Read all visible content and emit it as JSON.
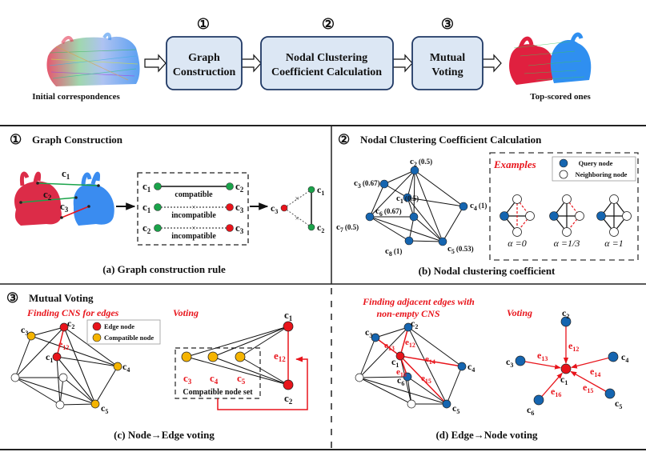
{
  "pipeline": {
    "input_caption": "Initial correspondences",
    "output_caption": "Top-scored ones",
    "steps": [
      {
        "number": "①",
        "label_line1": "Graph",
        "label_line2": "Construction"
      },
      {
        "number": "②",
        "label_line1": "Nodal Clustering",
        "label_line2": "Coefficient Calculation"
      },
      {
        "number": "③",
        "label_line1": "Mutual",
        "label_line2": "Voting"
      }
    ],
    "colors": {
      "box_fill": "#dce7f4",
      "box_border": "#1f3864"
    }
  },
  "panel_a": {
    "header_number": "①",
    "header_title": "Graph Construction",
    "caption": "(a) Graph construction rule",
    "bunny_labels": [
      "c1",
      "c2",
      "c3"
    ],
    "rules": [
      {
        "left": "c1",
        "right": "c2",
        "relation": "compatible",
        "right_color": "green"
      },
      {
        "left": "c1",
        "right": "c3",
        "relation": "incompatible",
        "right_color": "red"
      },
      {
        "left": "c2",
        "right": "c3",
        "relation": "incompatible",
        "right_color": "red"
      }
    ],
    "result_nodes": [
      "c1",
      "c2",
      "c3"
    ],
    "colors": {
      "green_node": "#1aa34a",
      "red_node": "#e8141b"
    }
  },
  "panel_b": {
    "header_number": "②",
    "header_title": "Nodal Clustering Coefficient Calculation",
    "caption": "(b) Nodal clustering coefficient",
    "nodes": [
      {
        "id": "c1",
        "coef": "(0.5)"
      },
      {
        "id": "c2",
        "coef": "(0.5)"
      },
      {
        "id": "c3",
        "coef": "(0.67)"
      },
      {
        "id": "c4",
        "coef": "(1)"
      },
      {
        "id": "c5",
        "coef": "(0.53)"
      },
      {
        "id": "c6",
        "coef": "(0.67)"
      },
      {
        "id": "c7",
        "coef": "(0.5)"
      },
      {
        "id": "c8",
        "coef": "(1)"
      }
    ],
    "examples_title": "Examples",
    "legend": {
      "query": "Query node",
      "neighbor": "Neighboring node"
    },
    "example_values": [
      "α =0",
      "α =1/3",
      "α =1"
    ],
    "colors": {
      "query_node": "#1565b0"
    }
  },
  "panel_c": {
    "header_number": "③",
    "header_title": "Mutual Voting",
    "subtitle_left": "Finding CNS for edges",
    "subtitle_right": "Voting",
    "legend": {
      "edge_node": "Edge node",
      "compatible_node": "Compatible node"
    },
    "graph_labels": {
      "c1": "c1",
      "c2": "c2",
      "c3": "c3",
      "c4": "c4",
      "c5": "c5",
      "e12": "e12"
    },
    "cns_labels": [
      "c3",
      "c4",
      "c5"
    ],
    "cns_box_label": "Compatible node set",
    "caption": "(c) Node→Edge voting",
    "colors": {
      "edge_node": "#e8141b",
      "compatible_node": "#f5b400"
    }
  },
  "panel_d": {
    "subtitle_left_line1": "Finding adjacent edges with",
    "subtitle_left_line2": "non-empty CNS",
    "subtitle_right": "Voting",
    "edges": [
      "e12",
      "e13",
      "e14",
      "e15",
      "e16"
    ],
    "nodes": [
      "c1",
      "c2",
      "c3",
      "c4",
      "c5",
      "c6"
    ],
    "caption": "(d) Edge→Node voting"
  }
}
